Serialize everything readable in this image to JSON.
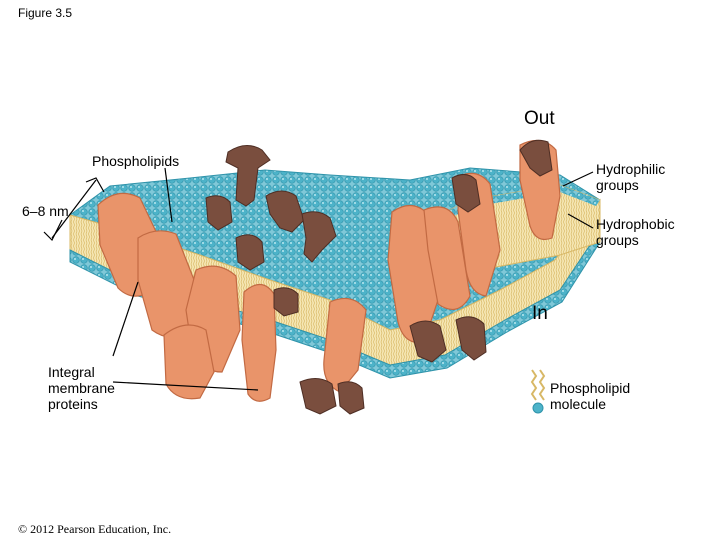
{
  "figure_label": "Figure 3.5",
  "labels": {
    "out": "Out",
    "in": "In",
    "phospholipids": "Phospholipids",
    "hydrophilic": "Hydrophilic\ngroups",
    "hydrophobic": "Hydrophobic\ngroups",
    "thickness": "6–8 nm",
    "integral": "Integral\nmembrane\nproteins",
    "molecule": "Phospholipid\nmolecule"
  },
  "copyright": "© 2012 Pearson Education, Inc.",
  "colors": {
    "head": "#4db3c9",
    "head_light": "#8fd3e0",
    "tail": "#f0dc9a",
    "protein": "#e9946a",
    "protein_dark": "#c26a43",
    "carb": "#7a4e3e",
    "carb_dark": "#4e2e24"
  }
}
